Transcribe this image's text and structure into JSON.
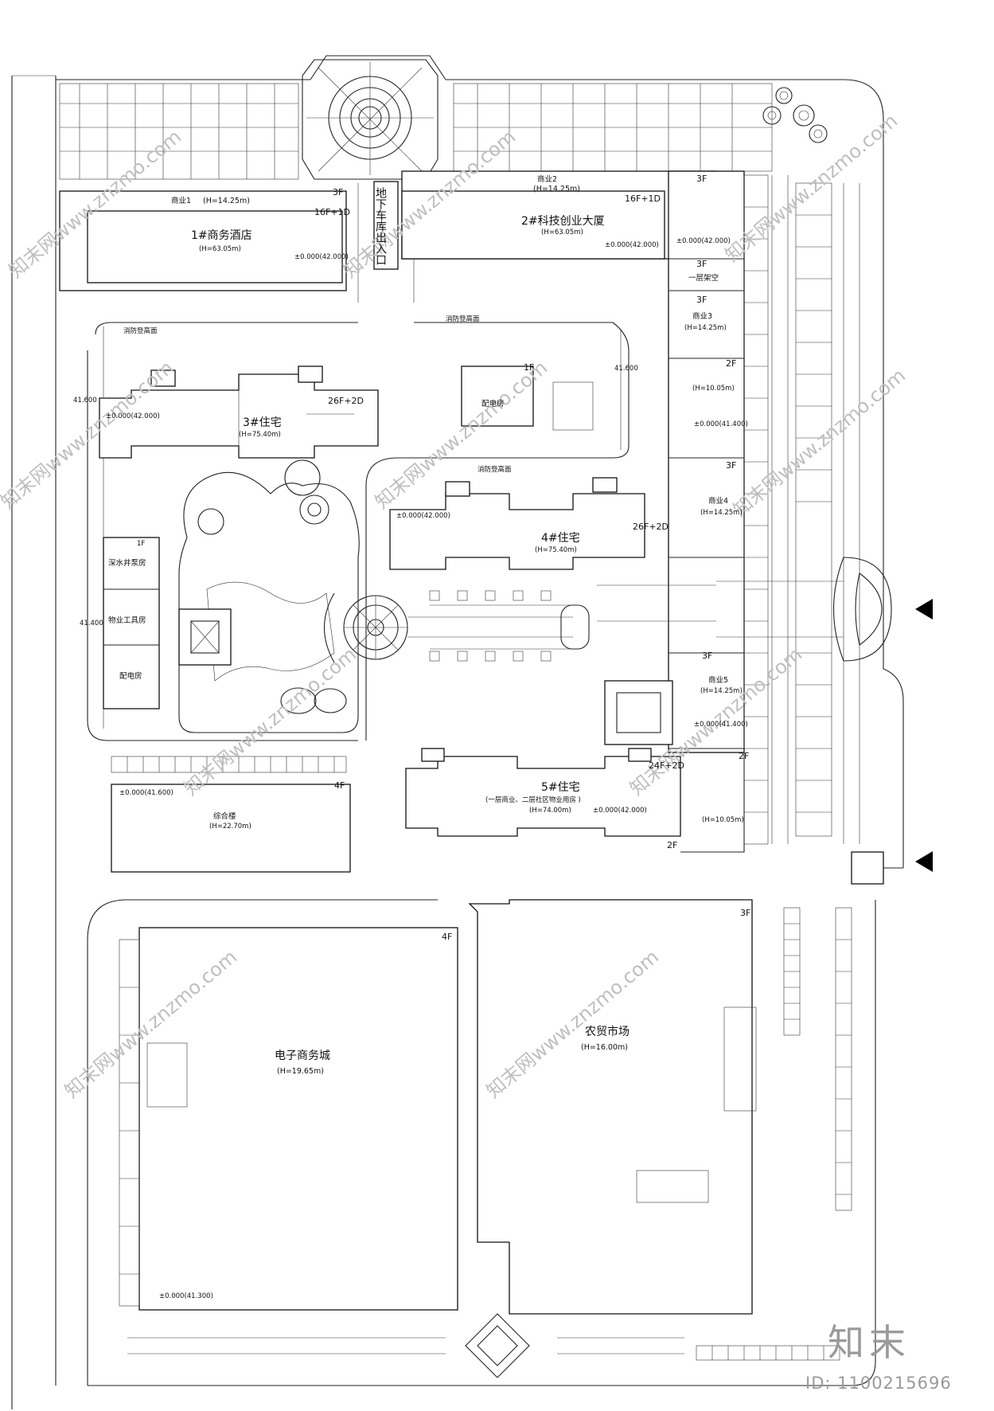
{
  "buildings": {
    "hotel": {
      "name": "1#商务酒店",
      "height": "(H=63.05m)",
      "floors": "16F+1D",
      "level": "±0.000(42.000)"
    },
    "tech": {
      "name": "2#科技创业大厦",
      "height": "(H=63.05m)",
      "floors": "16F+1D",
      "level": "±0.000(42.000)"
    },
    "com1": {
      "name": "商业1",
      "height": "(H=14.25m)",
      "floors": "3F"
    },
    "com2": {
      "name": "商业2",
      "height": "(H=14.25m)",
      "floors": "3F"
    },
    "com2_level": "±0.000(42.000)",
    "overhead": {
      "name": "一层架空",
      "floors": "3F"
    },
    "com3": {
      "name": "商业3",
      "height": "(H=14.25m)",
      "floors": "3F"
    },
    "com3b": {
      "height": "(H=10.05m)",
      "floors": "2F",
      "level": "±0.000(41.400)"
    },
    "com4": {
      "name": "商业4",
      "height": "(H=14.25m)",
      "floors": "3F"
    },
    "com5": {
      "name": "商业5",
      "height": "(H=14.25m)",
      "floors": "3F",
      "level": "±0.000(41.400)"
    },
    "com5b": {
      "height": "(H=10.05m)",
      "floors": "2F"
    },
    "res3": {
      "name": "3#住宅",
      "height": "(H=75.40m)",
      "floors": "26F+2D",
      "level": "±0.000(42.000)"
    },
    "res4": {
      "name": "4#住宅",
      "height": "(H=75.40m)",
      "floors": "26F+2D",
      "level": "±0.000(42.000)"
    },
    "res5": {
      "name": "5#住宅",
      "sub": "(一层商业、二层社区物业用房 )",
      "height": "(H=74.00m)",
      "floors": "24F+2D",
      "level": "±0.000(42.000)",
      "floors2": "2F"
    },
    "substation1": {
      "name": "配电房",
      "floors": "1F"
    },
    "pump": {
      "name": "深水井泵房",
      "floors": "1F"
    },
    "tools": {
      "name": "物业工具房"
    },
    "substation2": {
      "name": "配电房"
    },
    "complex": {
      "name": "综合楼",
      "height": "(H=22.70m)",
      "floors": "4F",
      "level": "±0.000(41.600)"
    },
    "emall": {
      "name": "电子商务城",
      "height": "(H=19.65m)",
      "floors": "4F",
      "level": "±0.000(41.300)"
    },
    "market": {
      "name": "农贸市场",
      "height": "(H=16.00m)",
      "floors": "3F"
    }
  },
  "labels": {
    "garage_entrance": "地下车库出入口",
    "fire_1": "消防登高面",
    "fire_2": "消防登高面",
    "fire_3": "消防登高面",
    "elev_41600_a": "41.600",
    "elev_41600_b": "41.600",
    "elev_41400": "41.400"
  },
  "watermark": {
    "text": "知末网www.znzmo.com"
  },
  "footer": {
    "logo": "知末",
    "id": "ID: 1100215696"
  }
}
